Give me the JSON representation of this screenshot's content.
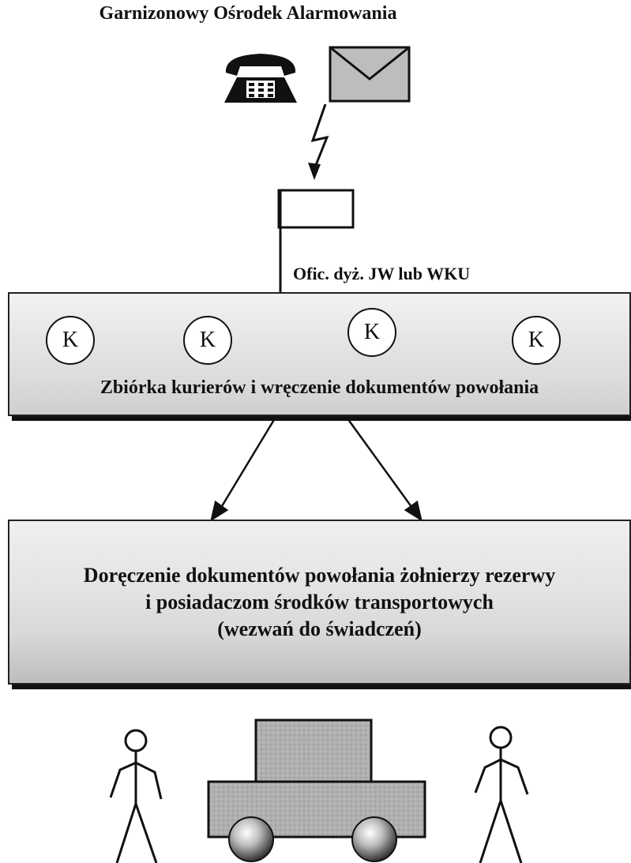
{
  "header": {
    "title": "Garnizonowy  Ośrodek Alarmowania"
  },
  "duty_officer": {
    "label": "Ofic. dyż. JW lub WKU"
  },
  "couriers": {
    "markers": [
      {
        "label": "K"
      },
      {
        "label": "K"
      },
      {
        "label": "K"
      },
      {
        "label": "K"
      }
    ],
    "caption": "Zbiórka kurierów i wręczenie dokumentów powołania"
  },
  "delivery": {
    "lines": [
      "Doręczenie dokumentów powołania żołnierzy rezerwy",
      "i posiadaczom środków transportowych",
      "(wezwań do świadczeń)"
    ]
  },
  "icons": [
    "telephone-icon",
    "envelope-icon",
    "lightning-icon",
    "flag-icon",
    "person-icon",
    "vehicle-icon"
  ],
  "colors": {
    "ink": "#111111",
    "panel": "#e0e0e0",
    "vehicle": "#aaaaaa"
  }
}
